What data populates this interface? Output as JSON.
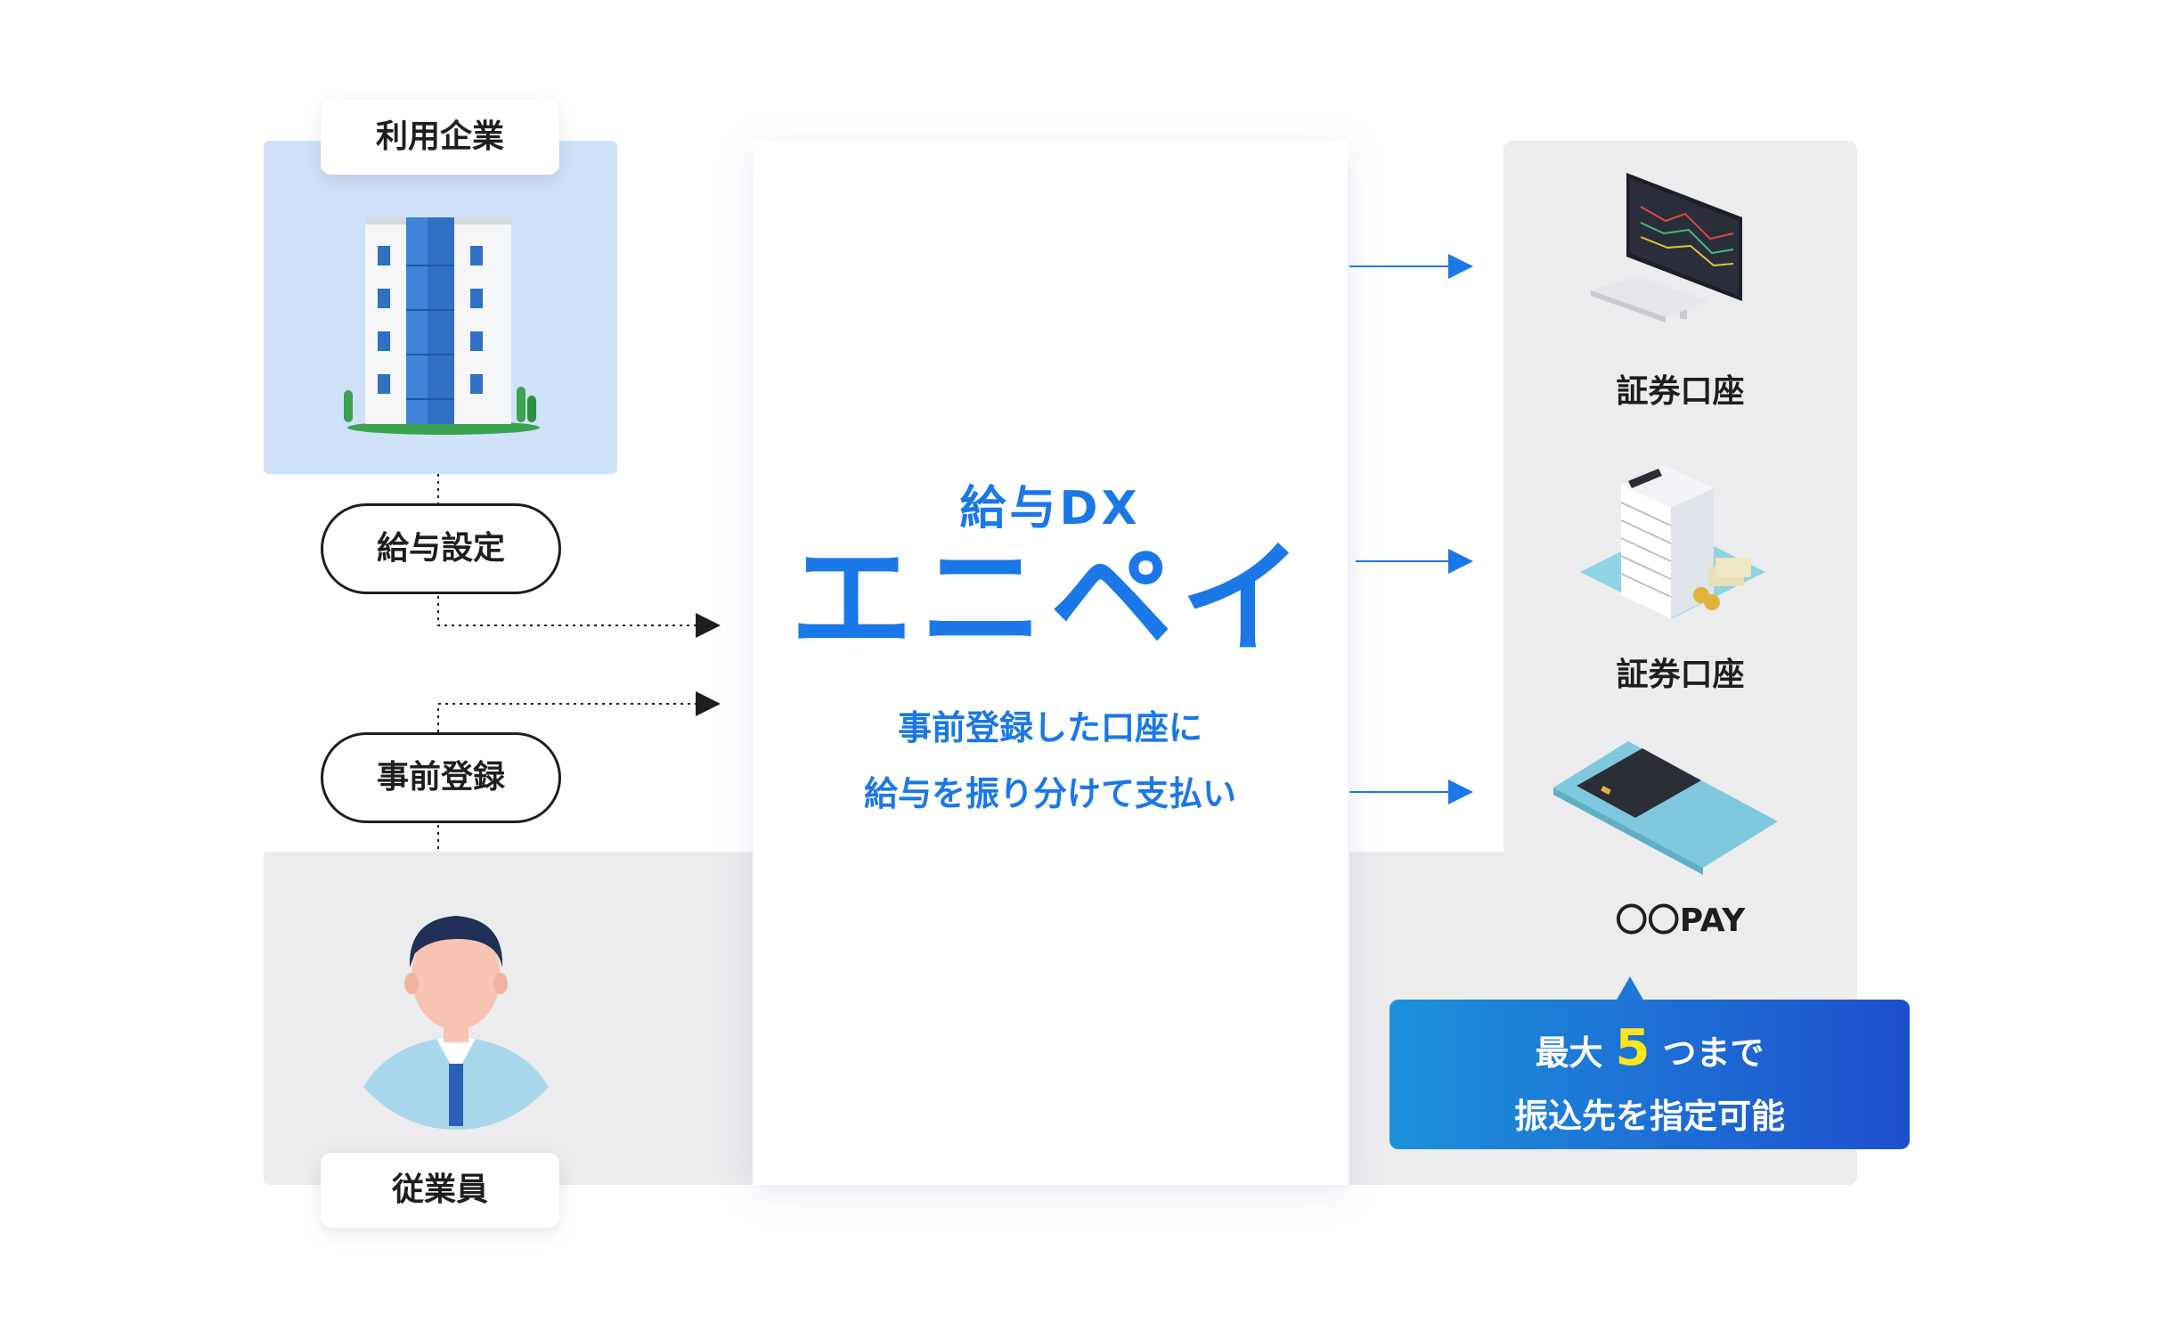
{
  "company": {
    "label": "利用企業"
  },
  "employee": {
    "label": "従業員"
  },
  "flows": {
    "salary_settings": "給与設定",
    "pre_registration": "事前登録"
  },
  "center": {
    "brand_sub": "給与DX",
    "brand_main": "エニペイ",
    "tagline_line1": "事前登録した口座に",
    "tagline_line2": "給与を振り分けて支払い"
  },
  "destinations": [
    {
      "label": "証券口座",
      "icon": "trading-monitor-icon"
    },
    {
      "label": "証券口座",
      "icon": "bank-building-icon"
    },
    {
      "label": "〇〇PAY",
      "icon": "smartphone-card-icon"
    }
  ],
  "callout": {
    "prefix": "最大",
    "number": "5",
    "suffix": "つまで",
    "line2": "振込先を指定可能"
  },
  "colors": {
    "brand_blue": "#1a78e8",
    "arrow_blue": "#1a78e8",
    "company_panel": "#cfe2f9",
    "gray_panel": "#ececee",
    "callout_start": "#1d92dc",
    "callout_end": "#1d4fcc",
    "highlight_yellow": "#ffe61a"
  }
}
